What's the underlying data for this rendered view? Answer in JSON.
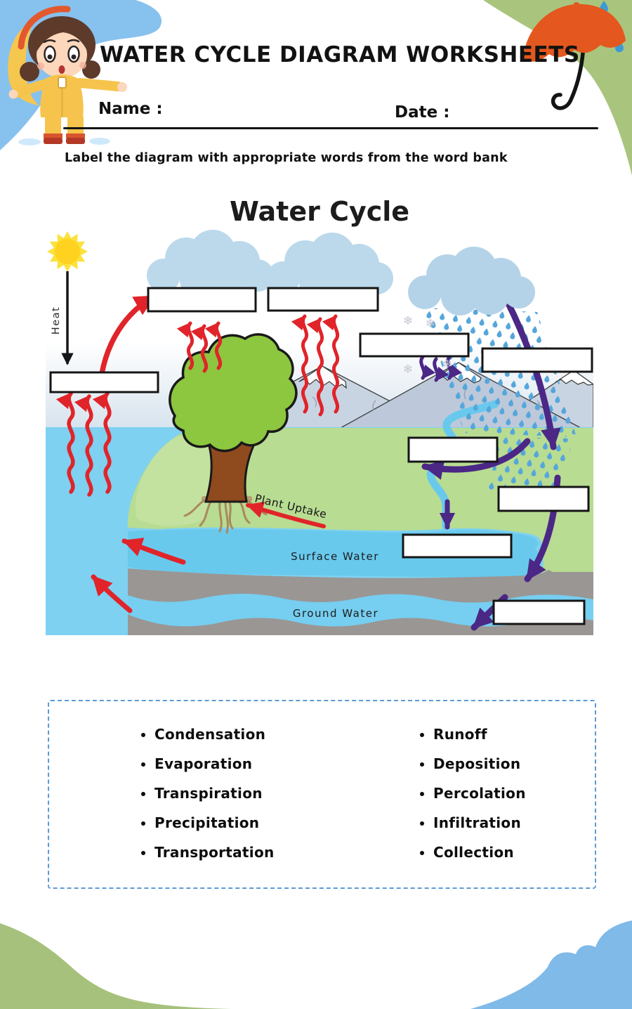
{
  "header": {
    "title": "WATER CYCLE DIAGRAM WORKSHEETS",
    "name_label": "Name :",
    "date_label": "Date :"
  },
  "instruction": "Label the diagram with appropriate words from the word bank",
  "diagram": {
    "title": "Water Cycle",
    "heat_label": "Heat",
    "plant_uptake_label": "Plant Uptake",
    "surface_water_label": "Surface Water",
    "ground_water_label": "Ground Water",
    "blank_answer_boxes": 9
  },
  "word_bank": {
    "left": [
      "Condensation",
      "Evaporation",
      "Transpiration",
      "Precipitation",
      "Transportation"
    ],
    "right": [
      "Runoff",
      "Deposition",
      "Percolation",
      "Infiltration",
      "Collection"
    ]
  },
  "colors": {
    "blob_top_blue": "#87c1ee",
    "blob_green": "#a9c57d",
    "blob_bottom_green": "#a6c17c",
    "blob_bottom_blue": "#7fbae9",
    "word_bank_border": "#5b9bd5",
    "arrow_red": "#e0242a",
    "arrow_purple": "#4b2786",
    "ocean_blue": "#7ed1f0",
    "river_blue": "#68c9ed",
    "land_green": "#b8dc92",
    "ground_gray": "#9a9694",
    "cloud_blue": "#bcd9ec",
    "sun_yellow": "#ffd21f",
    "umbrella_orange": "#e4571e"
  }
}
